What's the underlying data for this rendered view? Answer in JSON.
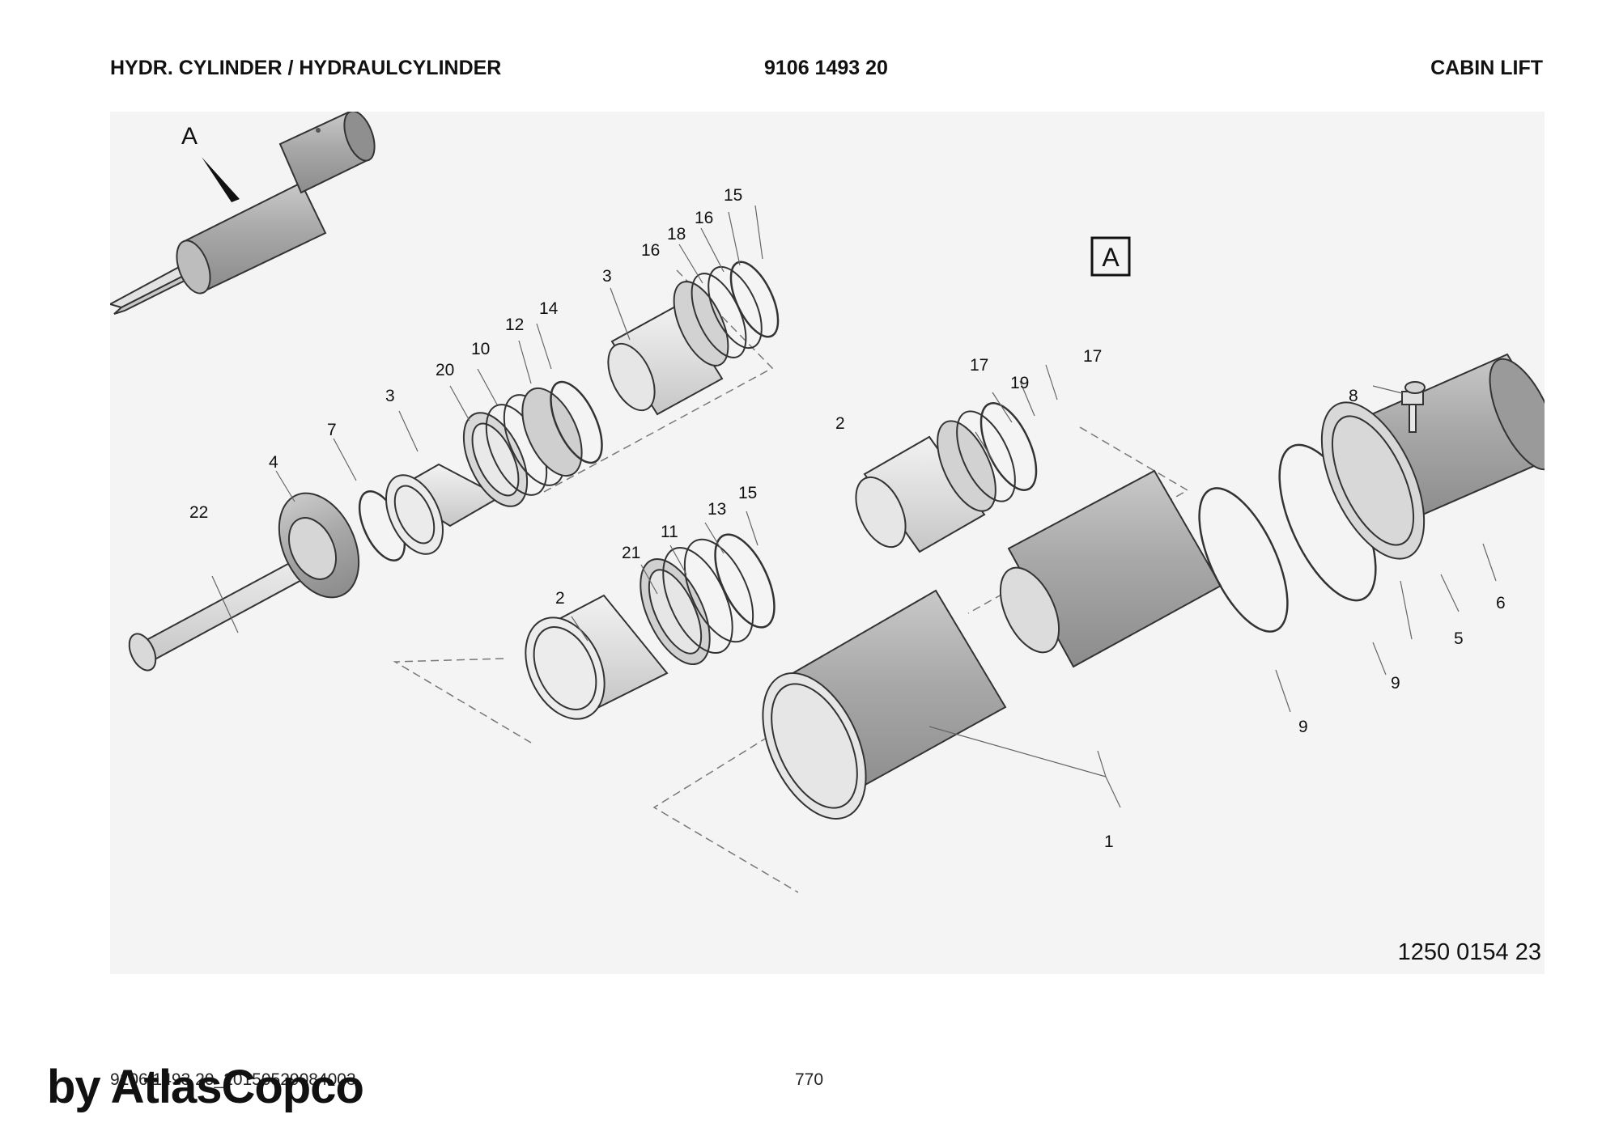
{
  "header": {
    "title_left": "HYDR. CYLINDER / HYDRAULCYLINDER",
    "part_number": "9106 1493 20",
    "title_right": "CABIN LIFT"
  },
  "drawing": {
    "drawing_number": "1250 0154 23",
    "view_label": "A",
    "detail_box_label": "A",
    "callouts": [
      "1",
      "2",
      "2",
      "3",
      "3",
      "4",
      "5",
      "6",
      "7",
      "8",
      "9",
      "9",
      "10",
      "11",
      "12",
      "13",
      "14",
      "15",
      "15",
      "16",
      "16",
      "17",
      "17",
      "18",
      "19",
      "20",
      "21",
      "22"
    ]
  },
  "footer": {
    "doc_code": "9106 1493 20_20150529084003",
    "page_number": "770",
    "brand": "by AtlasCopco"
  }
}
